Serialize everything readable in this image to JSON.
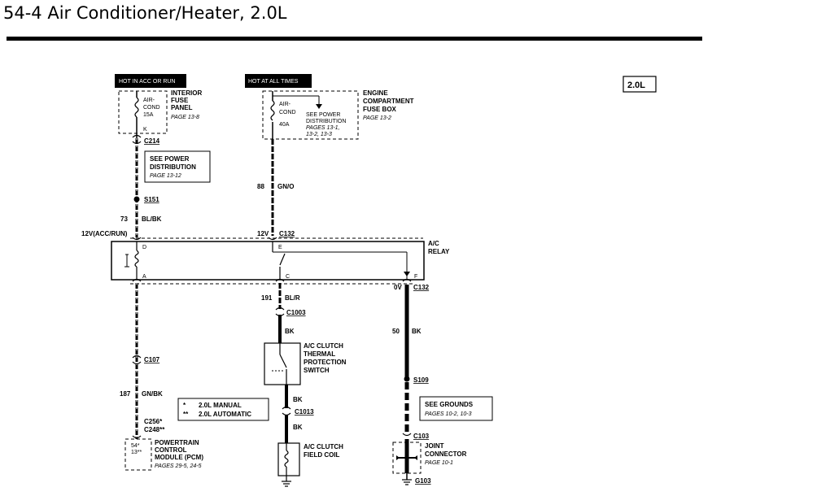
{
  "title": "54-4 Air Conditioner/Heater, 2.0L",
  "engine_badge": "2.0L",
  "hot_labels": {
    "acc_run": "HOT IN ACC OR RUN",
    "all_times": "HOT AT ALL TIMES"
  },
  "interior_fuse": {
    "name": [
      "INTERIOR",
      "FUSE",
      "PANEL"
    ],
    "page": "PAGE 13-8",
    "fuse": [
      "AIR-",
      "COND",
      "15A"
    ],
    "pin": "K"
  },
  "engine_fuse": {
    "name": [
      "ENGINE",
      "COMPARTMENT",
      "FUSE BOX"
    ],
    "page": "PAGE 13-2",
    "fuse": [
      "AIR-",
      "COND",
      "40A"
    ],
    "see": [
      "SEE POWER",
      "DISTRIBUTION"
    ],
    "see_pages": [
      "PAGES 13-1,",
      "13-2, 13-3"
    ]
  },
  "connectors": {
    "c214": "C214",
    "s151": "S151",
    "c132_top": "C132",
    "c132_right": "C132",
    "c1003": "C1003",
    "c107": "C107",
    "c1013": "C1013",
    "s109": "S109",
    "c103": "C103",
    "g103": "G103",
    "c256": "C256*",
    "c248": "C248**"
  },
  "see_power_box": {
    "lines": [
      "SEE POWER",
      "DISTRIBUTION"
    ],
    "page": "PAGE 13-12"
  },
  "wires": {
    "w88_num": "88",
    "w88_color": "GN/O",
    "w73_num": "73",
    "w73_color": "BL/BK",
    "w191_num": "191",
    "w191_color": "BL/R",
    "bk1": "BK",
    "w50_num": "50",
    "w50_color": "BK",
    "w187_num": "187",
    "w187_color": "GN/BK",
    "bk2": "BK",
    "bk3": "BK"
  },
  "voltages": {
    "v12_acc": "12V(ACC/RUN)",
    "v12": "12V",
    "v0": "0V"
  },
  "relay": {
    "name": [
      "A/C",
      "RELAY"
    ],
    "pins": {
      "d": "D",
      "e": "E",
      "a": "A",
      "c": "C",
      "f": "F"
    }
  },
  "thermal_switch": [
    "A/C CLUTCH",
    "THERMAL",
    "PROTECTION",
    "SWITCH"
  ],
  "field_coil": [
    "A/C CLUTCH",
    "FIELD COIL"
  ],
  "legend": {
    "l1_sym": "*",
    "l1_txt": "2.0L MANUAL",
    "l2_sym": "**",
    "l2_txt": "2.0L AUTOMATIC"
  },
  "pcm": {
    "name": [
      "POWERTRAIN",
      "CONTROL",
      "MODULE (PCM)"
    ],
    "pages": "PAGES 29-5, 24-5",
    "pins": [
      "54*",
      "13**"
    ]
  },
  "grounds_box": {
    "title": "SEE GROUNDS",
    "pages": "PAGES 10-2, 10-3"
  },
  "joint": {
    "name": [
      "JOINT",
      "CONNECTOR"
    ],
    "page": "PAGE 10-1"
  }
}
